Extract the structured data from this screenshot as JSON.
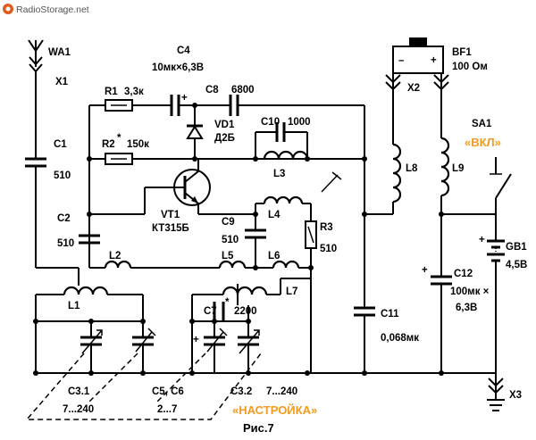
{
  "watermark": "RadioStorage.net",
  "labels": {
    "wa1": "WA1",
    "x1": "X1",
    "c1_name": "C1",
    "c1_val": "510",
    "r1": "R1",
    "r1_val": "3,3к",
    "c4_name": "C4",
    "c4_val": "10мк×6,3В",
    "c8_name": "C8",
    "c8_val": "6800",
    "vd1": "VD1",
    "vd1_type": "Д2Б",
    "r2": "R2",
    "r2_star": "*",
    "r2_val": "150к",
    "c10_name": "C10",
    "c10_val": "1000",
    "l3": "L3",
    "vt1": "VT1",
    "vt1_type": "КТ315Б",
    "c2_name": "C2",
    "c2_val": "510",
    "c9_name": "C9",
    "c9_val": "510",
    "l4": "L4",
    "r3": "R3",
    "r3_val": "510",
    "l2": "L2",
    "l5": "L5",
    "l6": "L6",
    "l1": "L1",
    "l7": "L7",
    "c7_name": "C7",
    "c7_star": "*",
    "c7_val": "2200",
    "c31_name": "C3.1",
    "c31_range": "7...240",
    "c56_name": "C5, C6",
    "c56_range": "2...7",
    "c32_name": "C3.2",
    "c32_range": "7...240",
    "tuning": "«НАСТРОЙКА»",
    "figure": "Рис.7",
    "c11_name": "C11",
    "c11_val": "0,068мк",
    "bf1": "BF1",
    "bf1_val": "100 Ом",
    "x2": "X2",
    "l8": "L8",
    "l9": "L9",
    "sa1": "SA1",
    "vkl": "«ВКЛ»",
    "c12_name": "C12",
    "c12_val1": "100мк ×",
    "c12_val2": "6,3В",
    "gb1": "GB1",
    "gb1_val": "4,5В",
    "x3": "X3"
  },
  "colors": {
    "accent": "#f39a1e",
    "ink": "#000000",
    "background": "#ffffff"
  }
}
